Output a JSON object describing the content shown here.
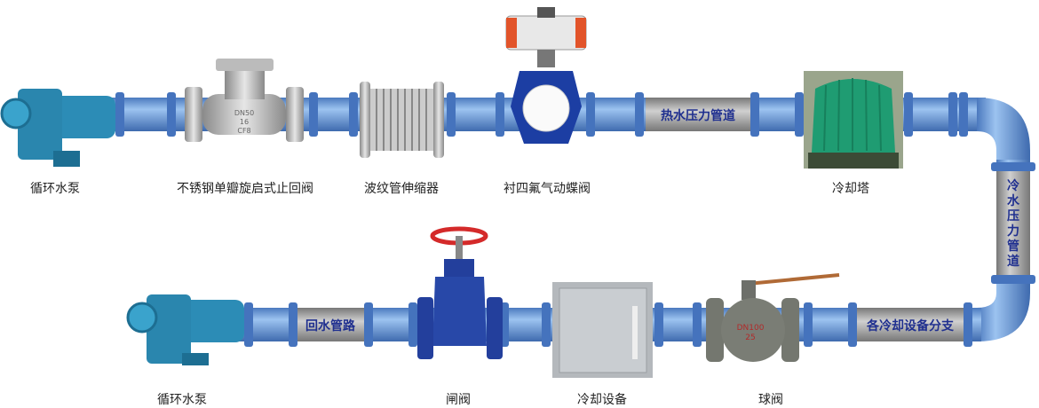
{
  "title": "循环水管路系统示意图",
  "components": {
    "pump_top": "循环水泵",
    "check_valve": "不锈钢单瓣旋启式止回阀",
    "bellows": "波纹管伸缩器",
    "butterfly_valve": "衬四氟气动蝶阀",
    "cooling_tower": "冷却塔",
    "pump_bottom": "循环水泵",
    "gate_valve": "闸阀",
    "cooling_equipment": "冷却设备",
    "ball_valve": "球阀"
  },
  "pipes": {
    "hot_water": "热水压力管道",
    "cold_water": [
      "冷",
      "水",
      "压",
      "力",
      "管",
      "道"
    ],
    "branch": "各冷却设备分支",
    "return": "回水管路"
  },
  "valve_marks": {
    "check": [
      "DN50",
      "16",
      "CF8"
    ],
    "ball": [
      "DN100",
      "25"
    ]
  },
  "colors": {
    "pipe": "#6f9fdc",
    "flange": "#3f6fb8",
    "label_band": "#a8a8a8",
    "label_text": "#1f2f8f"
  }
}
